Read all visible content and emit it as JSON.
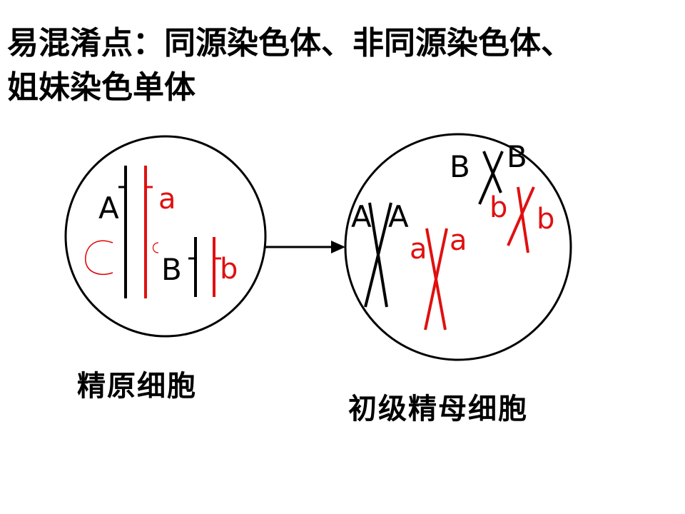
{
  "title": {
    "line1": "易混淆点：同源染色体、非同源染色体、",
    "line2": "姐妹染色单体"
  },
  "cell1": {
    "caption": "精原细胞",
    "labels": {
      "A": "A",
      "a": "a",
      "B": "B",
      "b": "b"
    },
    "annotation": "C"
  },
  "cell2": {
    "caption": "初级精母细胞",
    "labels": {
      "A1": "A",
      "A2": "A",
      "a1": "a",
      "a2": "a",
      "B1": "B",
      "B2": "B",
      "b1": "b",
      "b2": "b"
    }
  },
  "colors": {
    "dominant": "#000000",
    "recessive": "#e01010",
    "annotation": "#e00000"
  }
}
